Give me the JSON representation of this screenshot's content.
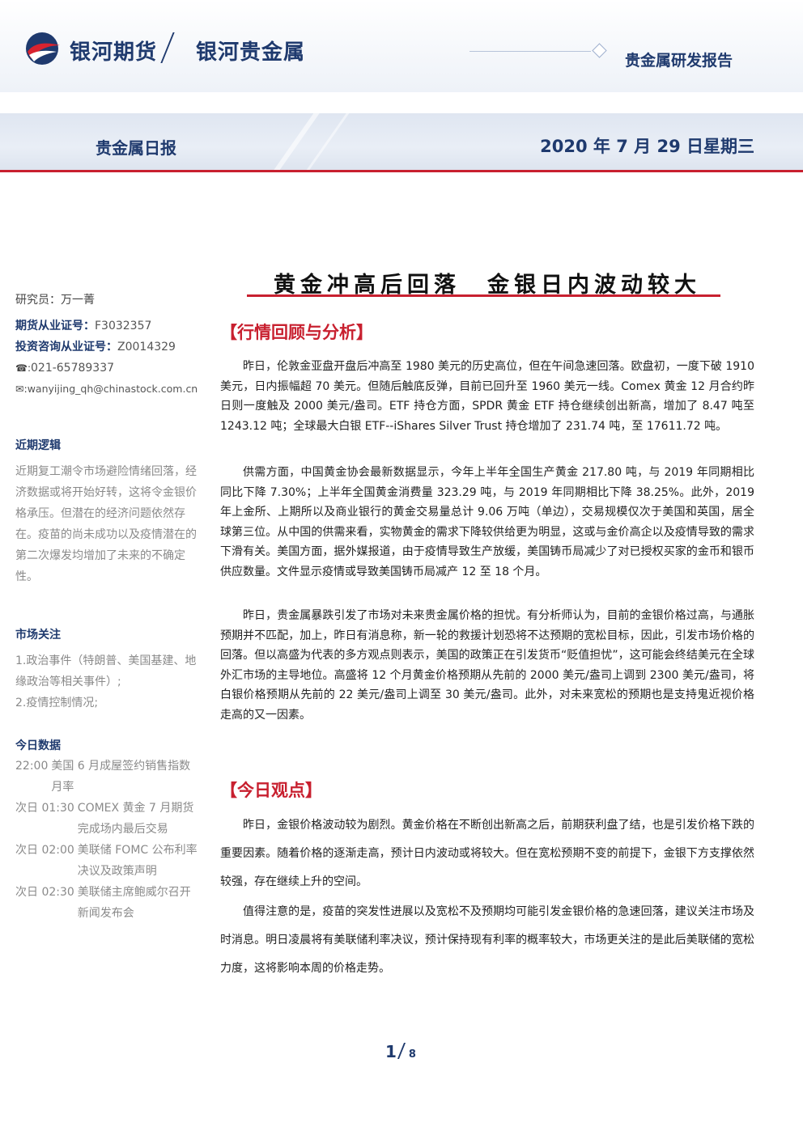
{
  "header": {
    "brand_primary": "银河期货",
    "brand_secondary": "银河贵金属",
    "report_type": "贵金属研发报告",
    "daily_title": "贵金属日报",
    "date": "2020 年 7 月 29 日星期三"
  },
  "title": "黄金冲高后回落　金银日内波动较大",
  "sidebar": {
    "researcher_label": "研究员：",
    "researcher_name": "万一菁",
    "futures_license_label": "期货从业证号：",
    "futures_license": "F3032357",
    "advisory_license_label": "投资咨询从业证号：",
    "advisory_license": "Z0014329",
    "phone": "021-65789337",
    "email": "wanyijing_qh@chinastock.com.cn",
    "logic_heading": "近期逻辑",
    "logic_text": "近期复工潮令市场避险情绪回落，经济数据或将开始好转，这将令金银价格承压。但潜在的经济问题依然存在。疫苗的尚未成功以及疫情潜在的第二次爆发均增加了未来的不确定性。",
    "focus_heading": "市场关注",
    "focus_items": [
      "1.政治事件（特朗普、美国基建、地缘政治等相关事件）;",
      "2.疫情控制情况;"
    ],
    "data_heading": "今日数据",
    "events": [
      {
        "time": "22:00",
        "desc": "美国 6 月成屋签约销售指数月率"
      },
      {
        "time": "次日 01:30",
        "desc": "COMEX 黄金 7 月期货完成场内最后交易"
      },
      {
        "time": "次日 02:00",
        "desc": "美联储 FOMC 公布利率决议及政策声明"
      },
      {
        "time": "次日 02:30",
        "desc": "美联储主席鲍威尔召开新闻发布会"
      }
    ]
  },
  "sections": {
    "review_heading": "【行情回顾与分析】",
    "review_paragraphs": [
      "昨日，伦敦金亚盘开盘后冲高至 1980 美元的历史高位，但在午间急速回落。欧盘初，一度下破 1910 美元，日内振幅超 70 美元。但随后触底反弹，目前已回升至 1960 美元一线。Comex 黄金 12 月合约昨日则一度触及 2000 美元/盎司。ETF 持仓方面，SPDR 黄金 ETF 持仓继续创出新高，增加了 8.47 吨至 1243.12 吨；全球最大白银 ETF--iShares Silver Trust 持仓增加了 231.74 吨，至 17611.72 吨。",
      "供需方面，中国黄金协会最新数据显示，今年上半年全国生产黄金 217.80 吨，与 2019 年同期相比同比下降 7.30%；上半年全国黄金消费量 323.29 吨，与 2019 年同期相比下降 38.25%。此外，2019 年上金所、上期所以及商业银行的黄金交易量总计 9.06 万吨（单边），交易规模仅次于美国和英国，居全球第三位。从中国的供需来看，实物黄金的需求下降较供给更为明显，这或与金价高企以及疫情导致的需求下滑有关。美国方面，据外媒报道，由于疫情导致生产放缓，美国铸币局减少了对已授权买家的金币和银币供应数量。文件显示疫情或导致美国铸币局减产 12 至 18 个月。",
      "昨日，贵金属暴跌引发了市场对未来贵金属价格的担忧。有分析师认为，目前的金银价格过高，与通胀预期并不匹配，加上，昨日有消息称，新一轮的救援计划恐将不达预期的宽松目标，因此，引发市场价格的回落。但以高盛为代表的多方观点则表示，美国的政策正在引发货币“贬值担忧”，这可能会终结美元在全球外汇市场的主导地位。高盛将 12 个月黄金价格预期从先前的 2000 美元/盎司上调到 2300 美元/盎司，将白银价格预期从先前的 22 美元/盎司上调至 30 美元/盎司。此外，对未来宽松的预期也是支持鬼近视价格走高的又一因素。"
    ],
    "view_heading": "【今日观点】",
    "view_paragraphs": [
      "昨日，金银价格波动较为剧烈。黄金价格在不断创出新高之后，前期获利盘了结，也是引发价格下跌的重要因素。随着价格的逐渐走高，预计日内波动或将较大。但在宽松预期不变的前提下，金银下方支撑依然较强，存在继续上升的空间。",
      "值得注意的是，疫苗的突发性进展以及宽松不及预期均可能引发金银价格的急速回落，建议关注市场及时消息。明日凌晨将有美联储利率决议，预计保持现有利率的概率较大，市场更关注的是此后美联储的宽松力度，这将影响本周的价格走势。"
    ]
  },
  "footer": {
    "page_current": "1",
    "page_total": "8"
  }
}
